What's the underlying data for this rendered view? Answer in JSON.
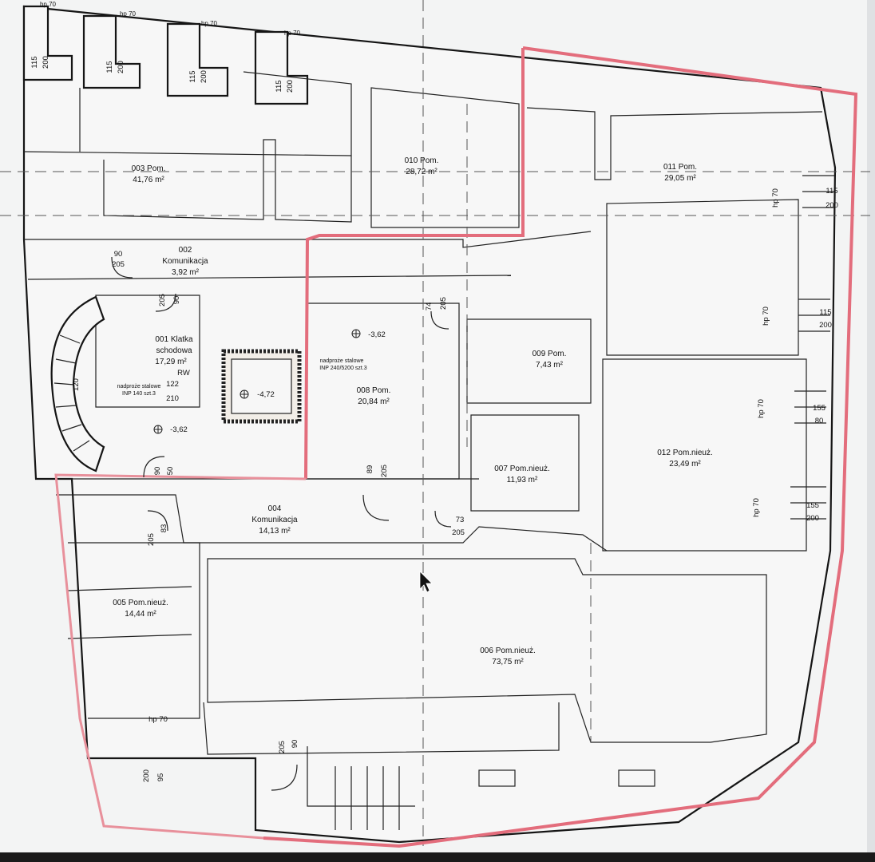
{
  "rooms": [
    {
      "name": "003 Pom.",
      "area": "41,76 m²"
    },
    {
      "name": "010 Pom.",
      "area": "28,72 m²"
    },
    {
      "name": "011 Pom.",
      "area": "29,05 m²"
    },
    {
      "name": "002",
      "name2": "Komunikacja",
      "area": "3,92 m²"
    },
    {
      "name": "001 Klatka",
      "name2": "schodowa",
      "area": "17,29 m²"
    },
    {
      "name": "008 Pom.",
      "area": "20,84 m²"
    },
    {
      "name": "009 Pom.",
      "area": "7,43 m²"
    },
    {
      "name": "007 Pom.nieuż.",
      "area": "11,93 m²"
    },
    {
      "name": "012 Pom.nieuż.",
      "area": "23,49 m²"
    },
    {
      "name": "004",
      "name2": "Komunikacja",
      "area": "14,13 m²"
    },
    {
      "name": "005 Pom.nieuż.",
      "area": "14,44 m²"
    },
    {
      "name": "006 Pom.nieuż.",
      "area": "73,75 m²"
    }
  ],
  "levels": {
    "l1": "-3,62",
    "l2": "-4,72",
    "l3": "-3,62"
  },
  "notes": {
    "rw": "RW",
    "beam1a": "nadproże stalowe",
    "beam1b": "INP 140 szt.3",
    "beam2a": "nadproże stalowe",
    "beam2b": "INP 240/5200 szt.3",
    "hp": "hp 70",
    "hp_top": "hp 70"
  },
  "dims": {
    "d115": "115",
    "d200": "200",
    "d90": "90",
    "d205": "205",
    "d74": "74",
    "d122": "122",
    "d210": "210",
    "d89": "89",
    "d73": "73",
    "d83": "83",
    "d95": "95",
    "d155": "155",
    "d80": "80",
    "d120": "120",
    "d50": "50"
  },
  "colors": {
    "paper": "#f7f7f7",
    "line": "#151515",
    "boundary": "#e36d7c"
  }
}
